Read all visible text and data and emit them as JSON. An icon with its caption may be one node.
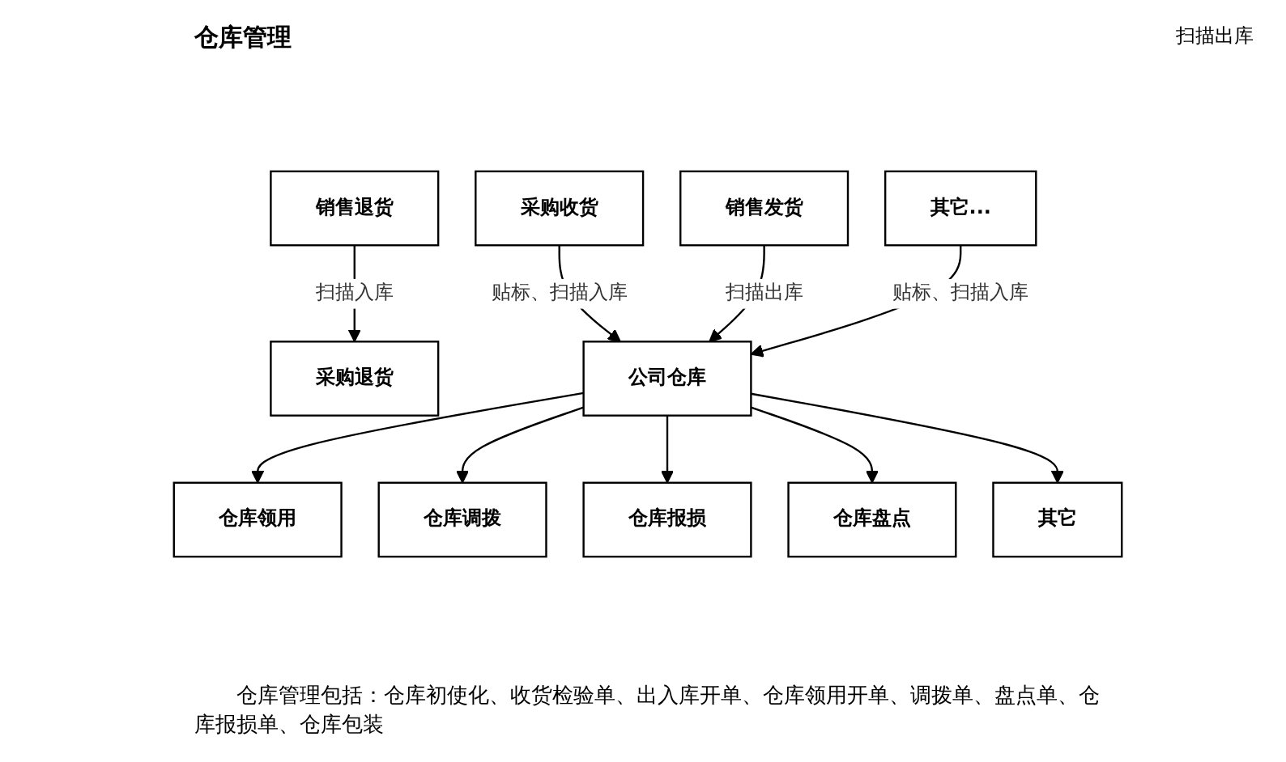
{
  "diagram": {
    "title": "仓库管理",
    "nodes": [
      {
        "text": [
          "采购收货"
        ]
      },
      {
        "text": [
          "采购退货"
        ]
      },
      {
        "text": [
          "销售发货"
        ]
      },
      {
        "text": [
          "销售退货"
        ]
      },
      {
        "text": [
          "其它..."
        ]
      },
      {
        "text": [
          "公司仓库"
        ]
      },
      {
        "text": [
          "仓库领用"
        ]
      },
      {
        "text": [
          "仓库调拨"
        ]
      },
      {
        "text": [
          "仓库报损"
        ]
      },
      {
        "text": [
          "仓库盘点"
        ]
      },
      {
        "text": [
          "其它"
        ]
      }
    ],
    "edges": [
      {
        "from": 0,
        "to": 5,
        "arrow": "to",
        "label": "贴标、扫描入库"
      },
      {
        "from": 2,
        "to": 5,
        "arrow": "to",
        "label": "扫描出库"
      },
      {
        "from": 3,
        "to": 1,
        "arrow": "to",
        "label": "扫描入库"
      },
      {
        "from": 4,
        "to": 5,
        "arrow": "to",
        "label": "贴标、扫描入库"
      },
      {
        "from": 5,
        "to": 6,
        "arrow": "to"
      },
      {
        "from": 5,
        "to": 7,
        "arrow": "to"
      },
      {
        "from": 5,
        "to": 8,
        "arrow": "to"
      },
      {
        "from": 5,
        "to": 9,
        "arrow": "to"
      },
      {
        "from": 5,
        "to": 10,
        "arrow": "to"
      }
    ],
    "labels": [
      "扫描出库"
    ],
    "caption": "仓库管理包括：仓库初使化、收货检验单、出入库开单、仓库领用开单、调拨单、盘点单、仓库报损单、仓库包装"
  }
}
